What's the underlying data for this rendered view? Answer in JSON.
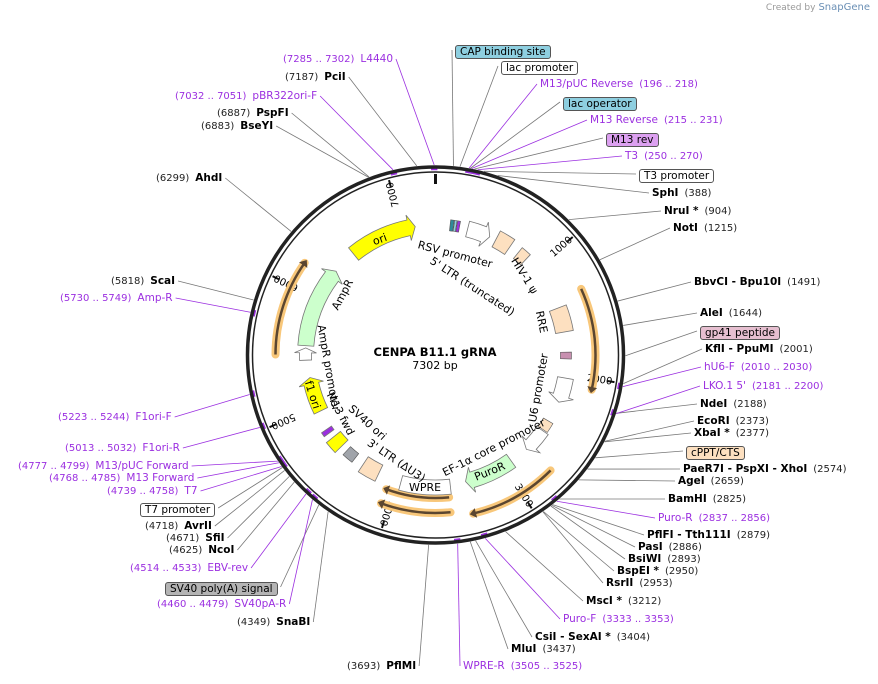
{
  "watermark": {
    "prefix": "Created by",
    "brand": "SnapGene"
  },
  "plasmid": {
    "name": "CENPA B11.1 gRNA",
    "length": "7302 bp"
  },
  "ticks": [
    "1000",
    "2000",
    "3000",
    "4000",
    "5000",
    "6000",
    "7000"
  ],
  "map_features": [
    {
      "label": "ori",
      "color": "#ffff00"
    },
    {
      "label": "AmpR",
      "color": "#ccffcc"
    },
    {
      "label": "AmpR promoter",
      "color": "#ffffff"
    },
    {
      "label": "f1 ori",
      "color": "#ffff00"
    },
    {
      "label": "M13 fwd",
      "color": "#9b2fe0"
    },
    {
      "label": "SV40 ori",
      "color": "#ffff00"
    },
    {
      "label": "3' LTR (ΔU3)",
      "color": "#fde0c0"
    },
    {
      "label": "WPRE",
      "color": "#ffffff"
    },
    {
      "label": "PuroR",
      "color": "#ccffcc"
    },
    {
      "label": "EF-1α core promoter",
      "color": "#ffffff"
    },
    {
      "label": "U6 promoter",
      "color": "#ffffff"
    },
    {
      "label": "RRE",
      "color": "#fde0c0"
    },
    {
      "label": "HIV-1 ψ",
      "color": "#fde0c0"
    },
    {
      "label": "5' LTR (truncated)",
      "color": "#fde0c0"
    },
    {
      "label": "RSV promoter",
      "color": "#ffffff"
    }
  ],
  "labels": [
    {
      "name": "L4440",
      "pos": "(7285 .. 7302)",
      "kind": "primer"
    },
    {
      "name": "PciI",
      "pos": "(7187)",
      "kind": "site"
    },
    {
      "name": "pBR322ori-F",
      "pos": "(7032 .. 7051)",
      "kind": "primer"
    },
    {
      "name": "PspFI",
      "pos": "(6887)",
      "kind": "site"
    },
    {
      "name": "BseYI",
      "pos": "(6883)",
      "kind": "site"
    },
    {
      "name": "AhdI",
      "pos": "(6299)",
      "kind": "site"
    },
    {
      "name": "ScaI",
      "pos": "(5818)",
      "kind": "site"
    },
    {
      "name": "Amp-R",
      "pos": "(5730 .. 5749)",
      "kind": "primer"
    },
    {
      "name": "F1ori-F",
      "pos": "(5223 .. 5244)",
      "kind": "primer"
    },
    {
      "name": "F1ori-R",
      "pos": "(5013 .. 5032)",
      "kind": "primer"
    },
    {
      "name": "M13/pUC Forward",
      "pos": "(4777 .. 4799)",
      "kind": "primer"
    },
    {
      "name": "M13 Forward",
      "pos": "(4768 .. 4785)",
      "kind": "primer"
    },
    {
      "name": "T7",
      "pos": "(4739 .. 4758)",
      "kind": "primer"
    },
    {
      "name": "T7 promoter",
      "pos": "",
      "kind": "feature",
      "color": "#ffffff"
    },
    {
      "name": "AvrII",
      "pos": "(4718)",
      "kind": "site"
    },
    {
      "name": "SfiI",
      "pos": "(4671)",
      "kind": "site"
    },
    {
      "name": "NcoI",
      "pos": "(4625)",
      "kind": "site"
    },
    {
      "name": "EBV-rev",
      "pos": "(4514 .. 4533)",
      "kind": "primer"
    },
    {
      "name": "SV40 poly(A) signal",
      "pos": "",
      "kind": "feature",
      "color": "#b4b4b4"
    },
    {
      "name": "SV40pA-R",
      "pos": "(4460 .. 4479)",
      "kind": "primer"
    },
    {
      "name": "SnaBI",
      "pos": "(4349)",
      "kind": "site"
    },
    {
      "name": "PflMI",
      "pos": "(3693)",
      "kind": "site"
    },
    {
      "name": "WPRE-R",
      "pos": "(3505 .. 3525)",
      "kind": "primer"
    },
    {
      "name": "MluI",
      "pos": "(3437)",
      "kind": "site"
    },
    {
      "name": "CsiI  -  SexAI *",
      "pos": "(3404)",
      "kind": "site"
    },
    {
      "name": "Puro-F",
      "pos": "(3333 .. 3353)",
      "kind": "primer"
    },
    {
      "name": "MscI *",
      "pos": "(3212)",
      "kind": "site"
    },
    {
      "name": "RsrII",
      "pos": "(2953)",
      "kind": "site"
    },
    {
      "name": "BspEI *",
      "pos": "(2950)",
      "kind": "site"
    },
    {
      "name": "BsiWI",
      "pos": "(2893)",
      "kind": "site"
    },
    {
      "name": "PasI",
      "pos": "(2886)",
      "kind": "site"
    },
    {
      "name": "PflFI  -  Tth111I",
      "pos": "(2879)",
      "kind": "site"
    },
    {
      "name": "Puro-R",
      "pos": "(2837 .. 2856)",
      "kind": "primer"
    },
    {
      "name": "BamHI",
      "pos": "(2825)",
      "kind": "site"
    },
    {
      "name": "AgeI",
      "pos": "(2659)",
      "kind": "site"
    },
    {
      "name": "PaeR7I  -  PspXI  -  XhoI",
      "pos": "(2574)",
      "kind": "site"
    },
    {
      "name": "cPPT/CTS",
      "pos": "",
      "kind": "feature",
      "color": "#fde0c0"
    },
    {
      "name": "XbaI *",
      "pos": "(2377)",
      "kind": "site"
    },
    {
      "name": "EcoRI",
      "pos": "(2373)",
      "kind": "site"
    },
    {
      "name": "NdeI",
      "pos": "(2188)",
      "kind": "site"
    },
    {
      "name": "LKO.1 5'",
      "pos": "(2181 .. 2200)",
      "kind": "primer"
    },
    {
      "name": "hU6-F",
      "pos": "(2010 .. 2030)",
      "kind": "primer"
    },
    {
      "name": "KflI  -  PpuMI",
      "pos": "(2001)",
      "kind": "site"
    },
    {
      "name": "gp41 peptide",
      "pos": "",
      "kind": "feature",
      "color": "#e6bfd0"
    },
    {
      "name": "AleI",
      "pos": "(1644)",
      "kind": "site"
    },
    {
      "name": "BbvCI  -  Bpu10I",
      "pos": "(1491)",
      "kind": "site"
    },
    {
      "name": "NotI",
      "pos": "(1215)",
      "kind": "site"
    },
    {
      "name": "NruI *",
      "pos": "(904)",
      "kind": "site"
    },
    {
      "name": "SphI",
      "pos": "(388)",
      "kind": "site"
    },
    {
      "name": "T3 promoter",
      "pos": "",
      "kind": "feature",
      "color": "#ffffff"
    },
    {
      "name": "T3",
      "pos": "(250 .. 270)",
      "kind": "primer"
    },
    {
      "name": "M13 rev",
      "pos": "",
      "kind": "feature",
      "color": "#dca0f0"
    },
    {
      "name": "M13 Reverse",
      "pos": "(215 .. 231)",
      "kind": "primer"
    },
    {
      "name": "lac operator",
      "pos": "",
      "kind": "feature",
      "color": "#8ecfe0"
    },
    {
      "name": "M13/pUC Reverse",
      "pos": "(196 .. 218)",
      "kind": "primer"
    },
    {
      "name": "lac promoter",
      "pos": "",
      "kind": "feature",
      "color": "#ffffff"
    },
    {
      "name": "CAP binding site",
      "pos": "",
      "kind": "feature",
      "color": "#8ecfe0"
    }
  ]
}
